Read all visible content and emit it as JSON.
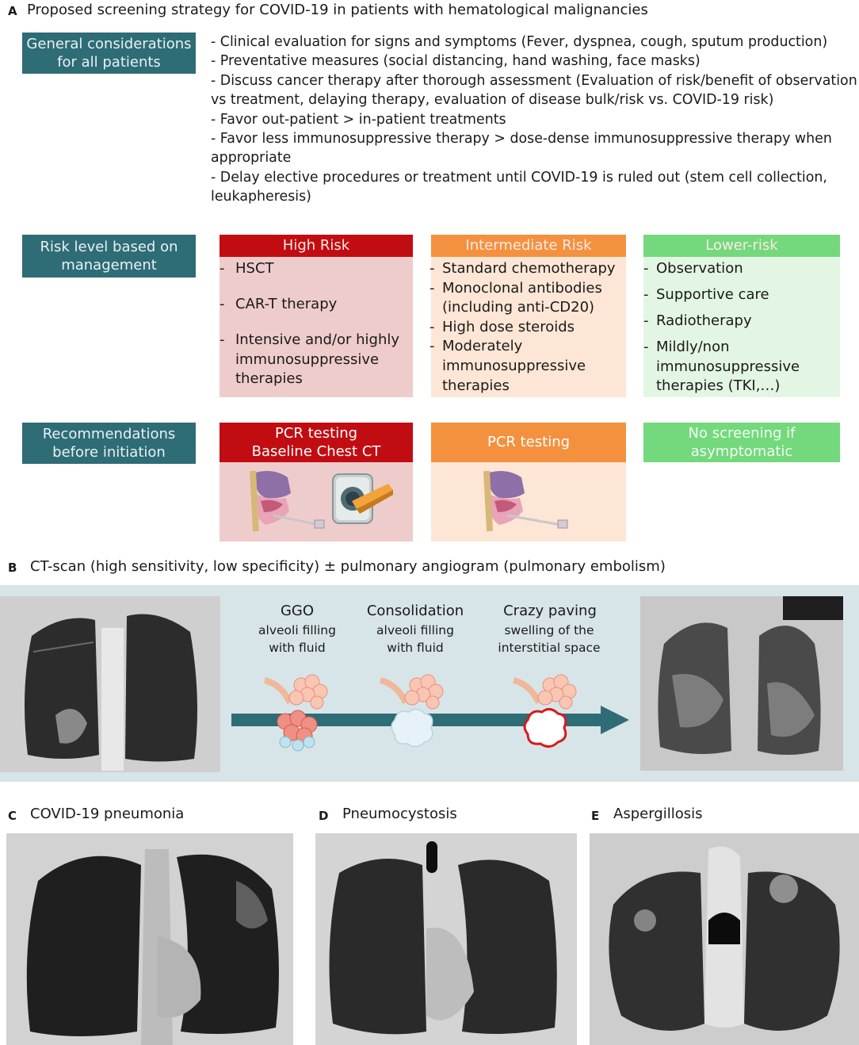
{
  "panel_a": {
    "letter": "A",
    "title": "Proposed screening strategy for COVID-19 in patients with hematological malignancies",
    "general_label_line1": "General considerations",
    "general_label_line2": "for all patients",
    "considerations": [
      "- Clinical evaluation for signs and symptoms (Fever, dyspnea, cough, sputum production)",
      "- Preventative measures (social distancing, hand washing, face masks)",
      "- Discuss cancer therapy after thorough assessment (Evaluation of risk/benefit of observation vs treatment, delaying therapy, evaluation of disease bulk/risk vs. COVID-19 risk)",
      "- Favor out-patient > in-patient treatments",
      "- Favor less immunosuppressive therapy > dose-dense immunosuppressive therapy when appropriate",
      "- Delay elective procedures or treatment until COVID-19 is ruled out (stem cell collection, leukapheresis)"
    ],
    "risk_label_line1": "Risk level based on",
    "risk_label_line2": "management",
    "high_risk": {
      "title": "High Risk",
      "items": [
        {
          "dash": "-",
          "text": "HSCT"
        },
        {
          "dash": "-",
          "text": "CAR-T therapy"
        },
        {
          "dash": "-",
          "text": "Intensive and/or highly immunosuppressive therapies"
        }
      ]
    },
    "intermediate_risk": {
      "title": "Intermediate Risk",
      "items": [
        {
          "dash": "-",
          "text": "Standard chemotherapy"
        },
        {
          "dash": "-",
          "text": "Monoclonal antibodies (including anti-CD20)"
        },
        {
          "dash": "-",
          "text": "High dose steroids"
        },
        {
          "dash": "-",
          "text": "Moderately immunosuppressive therapies"
        }
      ]
    },
    "lower_risk": {
      "title": "Lower-risk",
      "items": [
        {
          "dash": "-",
          "text": "Observation"
        },
        {
          "dash": "-",
          "text": "Supportive care"
        },
        {
          "dash": "-",
          "text": "Radiotherapy"
        },
        {
          "dash": "-",
          "text": "Mildly/non immunosuppressive therapies (TKI,…)"
        }
      ]
    },
    "rec_label_line1": "Recommendations",
    "rec_label_line2": "before initiation",
    "rec_high_line1": "PCR testing",
    "rec_high_line2": "Baseline Chest CT",
    "rec_intermediate": "PCR testing",
    "rec_lower_line1": "No screening if",
    "rec_lower_line2": "asymptomatic"
  },
  "panel_b": {
    "letter": "B",
    "title": "CT-scan (high sensitivity, low specificity) ± pulmonary angiogram (pulmonary embolism)",
    "stages": [
      {
        "title": "GGO",
        "sub1": "alveoli filling",
        "sub2": "with fluid"
      },
      {
        "title": "Consolidation",
        "sub1": "alveoli filling",
        "sub2": "with fluid"
      },
      {
        "title": "Crazy paving",
        "sub1": "swelling of the",
        "sub2": "interstitial space"
      }
    ]
  },
  "panel_c": {
    "letter": "C",
    "title": "COVID-19 pneumonia"
  },
  "panel_d": {
    "letter": "D",
    "title": "Pneumocystosis"
  },
  "panel_e": {
    "letter": "E",
    "title": "Aspergillosis"
  },
  "colors": {
    "teal": "#2e6c76",
    "high_header": "#c10d12",
    "high_body": "#efcccc",
    "intermediate_header": "#f4913f",
    "intermediate_body": "#fde6d5",
    "lower_header": "#73d97c",
    "lower_body": "#e3f6e3",
    "ct_panel_bg": "#d8e5e8"
  }
}
